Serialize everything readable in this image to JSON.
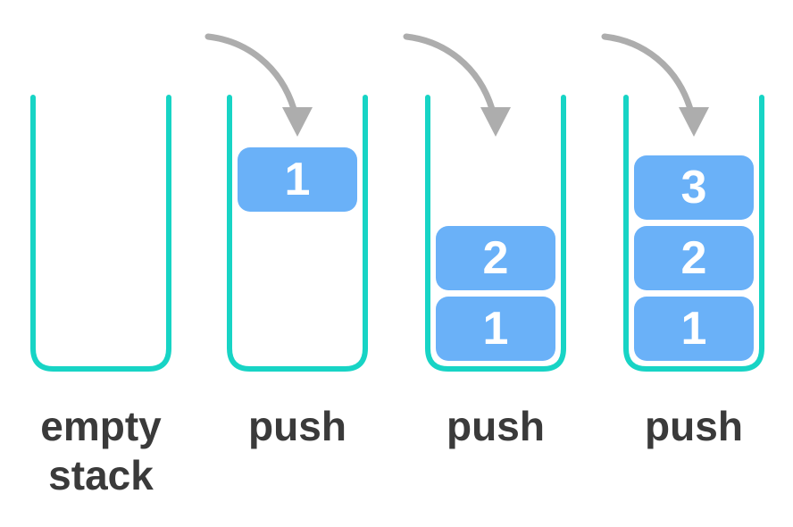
{
  "colors": {
    "stack_outline": "#17D4C5",
    "box_fill": "#6AB1F8",
    "box_text": "#FFFFFF",
    "arrow": "#ADADAD",
    "label_text": "#3A3A3A",
    "background": "#FFFFFF"
  },
  "stacks": [
    {
      "label": "empty stack",
      "has_arrow": false,
      "boxes": []
    },
    {
      "label": "push",
      "has_arrow": true,
      "boxes": [
        {
          "value": "1",
          "state": "falling"
        }
      ]
    },
    {
      "label": "push",
      "has_arrow": true,
      "boxes": [
        {
          "value": "2"
        },
        {
          "value": "1"
        }
      ]
    },
    {
      "label": "push",
      "has_arrow": true,
      "boxes": [
        {
          "value": "3"
        },
        {
          "value": "2"
        },
        {
          "value": "1"
        }
      ]
    }
  ]
}
